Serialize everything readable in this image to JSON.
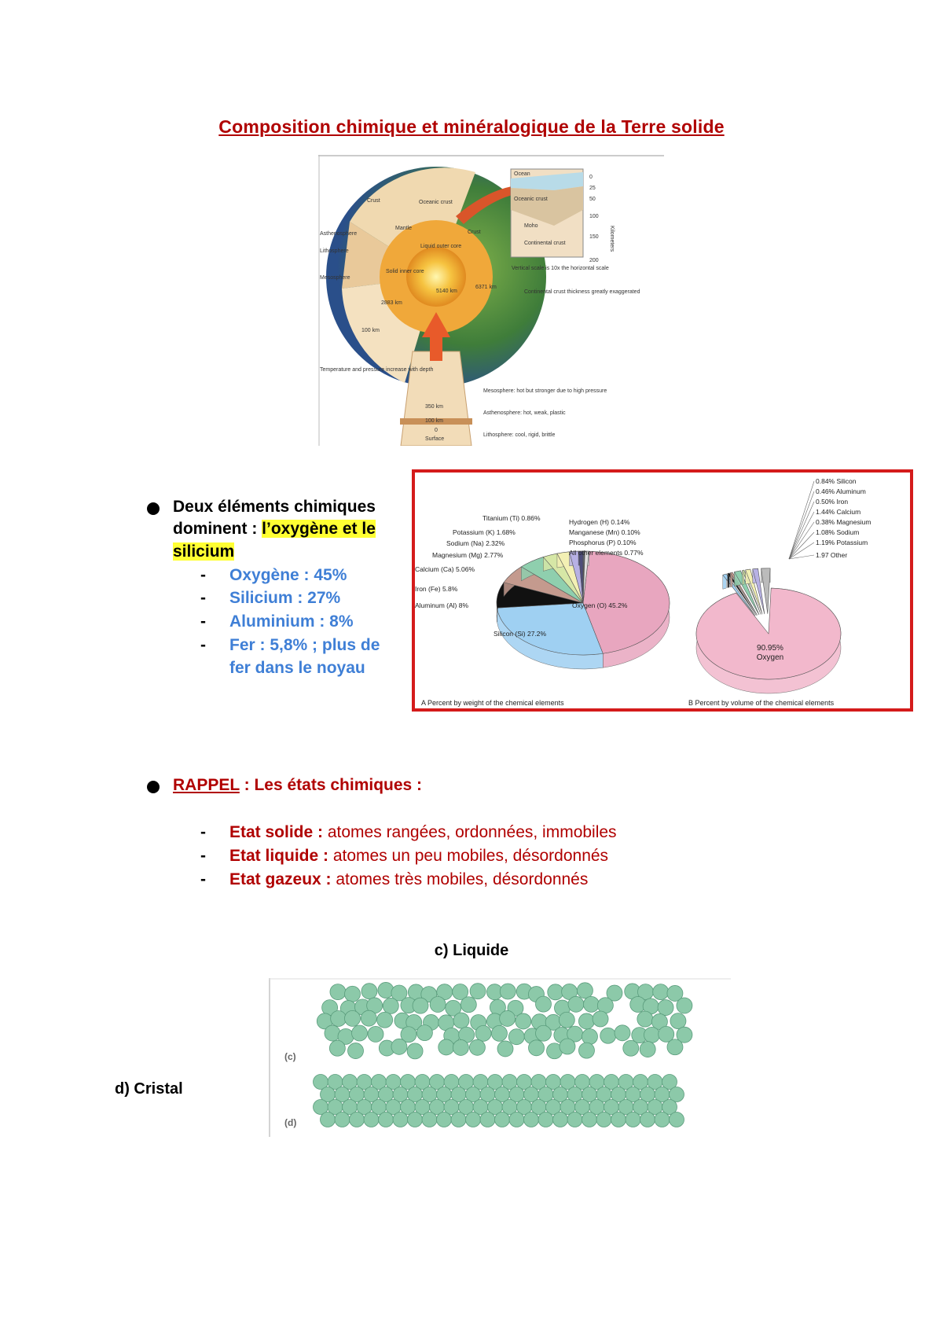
{
  "title": "Composition chimique et minéralogique de la Terre solide",
  "earth_figure": {
    "labels": {
      "crust": "Crust",
      "oceanic_crust": "Oceanic crust",
      "mantle": "Mantle",
      "crust_right": "Crust",
      "asthenosphere": "Asthenosphere",
      "lithosphere": "Lithosphere",
      "mesosphere": "Mesosphere",
      "liquid_outer_core": "Liquid outer core",
      "solid_inner_core": "Solid inner core",
      "d2883": "2883 km",
      "d5140": "5140 km",
      "d6371": "6371 km",
      "d100": "100 km",
      "temp_pressure": "Temperature and pressure increase with depth",
      "d350": "350 km",
      "d100b": "100 km",
      "surface_zero": "0",
      "surface": "Surface",
      "mesosphere_desc": "Mesosphere: hot but stronger due to high pressure",
      "asthenosphere_desc": "Asthenosphere: hot, weak, plastic",
      "lithosphere_desc": "Lithosphere: cool, rigid, brittle",
      "inset_ocean": "Ocean",
      "inset_oceanic_crust": "Oceanic crust",
      "inset_moho": "Moho",
      "inset_continental": "Continental crust",
      "inset_scale": "Vertical scale is 10x the horizontal scale",
      "inset_note": "Continental crust thickness greatly exaggerated",
      "km_axis": "Kilometers",
      "ticks": [
        "0",
        "25",
        "50",
        "100",
        "150",
        "200"
      ]
    }
  },
  "bullets": {
    "b1_text": "Deux éléments chimiques dominent : ",
    "b1_highlight_1": "l’oxygène et le",
    "b1_highlight_2": "silicium",
    "b1_line1": "Deux éléments chimiques",
    "b1_line2_prefix": "dominent : ",
    "items": [
      "Oxygène : 45%",
      "Silicium : 27%",
      "Aluminium : 8%",
      "Fer : 5,8% ; plus de",
      "fer dans le noyau"
    ]
  },
  "rappel": {
    "label": "RAPPEL",
    "rest": " : Les états chimiques :",
    "states": [
      {
        "name": "Etat solide :",
        "desc": " atomes rangées, ordonnées, immobiles"
      },
      {
        "name": "Etat liquide :",
        "desc": " atomes un peu mobiles, désordonnés"
      },
      {
        "name": "Etat gazeux :",
        "desc": " atomes très mobiles, désordonnés"
      }
    ]
  },
  "atoms": {
    "caption_liquid": "c) Liquide",
    "caption_crystal": "d) Cristal",
    "label_c": "(c)",
    "label_d": "(d)",
    "atom_color": "#8cc9a9"
  },
  "chart_data": [
    {
      "type": "pie",
      "title": "A Percent by weight of the chemical elements",
      "slices": [
        {
          "label": "Oxygen (O) 45.2%",
          "value": 45.2,
          "color": "#e8a6bf"
        },
        {
          "label": "Silicon (Si) 27.2%",
          "value": 27.2,
          "color": "#9fd0f2"
        },
        {
          "label": "Aluminum (Al) 8%",
          "value": 8.0,
          "color": "#111111"
        },
        {
          "label": "Iron (Fe) 5.8%",
          "value": 5.8,
          "color": "#c49a8e"
        },
        {
          "label": "Calcium (Ca) 5.06%",
          "value": 5.06,
          "color": "#8fcfae"
        },
        {
          "label": "Magnesium (Mg) 2.77%",
          "value": 2.77,
          "color": "#d6e7a6"
        },
        {
          "label": "Sodium (Na) 2.32%",
          "value": 2.32,
          "color": "#f3f0b4"
        },
        {
          "label": "Potassium (K) 1.68%",
          "value": 1.68,
          "color": "#b7b1e4"
        },
        {
          "label": "Titanium (Ti) 0.86%",
          "value": 0.86,
          "color": "#4d4d7a"
        },
        {
          "label": "Hydrogen (H) 0.14%",
          "value": 0.14,
          "color": "#7fa0d6"
        },
        {
          "label": "Manganese (Mn) 0.10%",
          "value": 0.1,
          "color": "#a0a0a0"
        },
        {
          "label": "Phosphorus (P) 0.10%",
          "value": 0.1,
          "color": "#c0a0c0"
        },
        {
          "label": "All other elements 0.77%",
          "value": 0.77,
          "color": "#dddddd"
        }
      ]
    },
    {
      "type": "pie",
      "title": "B Percent by volume of the chemical elements",
      "center_label": "90.95%",
      "center_label2": "Oxygen",
      "slices": [
        {
          "label": "Oxygen",
          "value": 90.95,
          "color": "#f2b8cc"
        },
        {
          "label": "0.84% Silicon",
          "value": 0.84,
          "color": "#9fd0f2"
        },
        {
          "label": "0.46% Aluminum",
          "value": 0.46,
          "color": "#111111"
        },
        {
          "label": "0.50% Iron",
          "value": 0.5,
          "color": "#c49a8e"
        },
        {
          "label": "1.44% Calcium",
          "value": 1.44,
          "color": "#8fcfae"
        },
        {
          "label": "0.38% Magnesium",
          "value": 0.38,
          "color": "#d6e7a6"
        },
        {
          "label": "1.08% Sodium",
          "value": 1.08,
          "color": "#f3f0b4"
        },
        {
          "label": "1.19% Potassium",
          "value": 1.19,
          "color": "#b7b1e4"
        },
        {
          "label": "1.97 Other",
          "value": 1.97,
          "color": "#bbbbbb"
        }
      ]
    }
  ]
}
